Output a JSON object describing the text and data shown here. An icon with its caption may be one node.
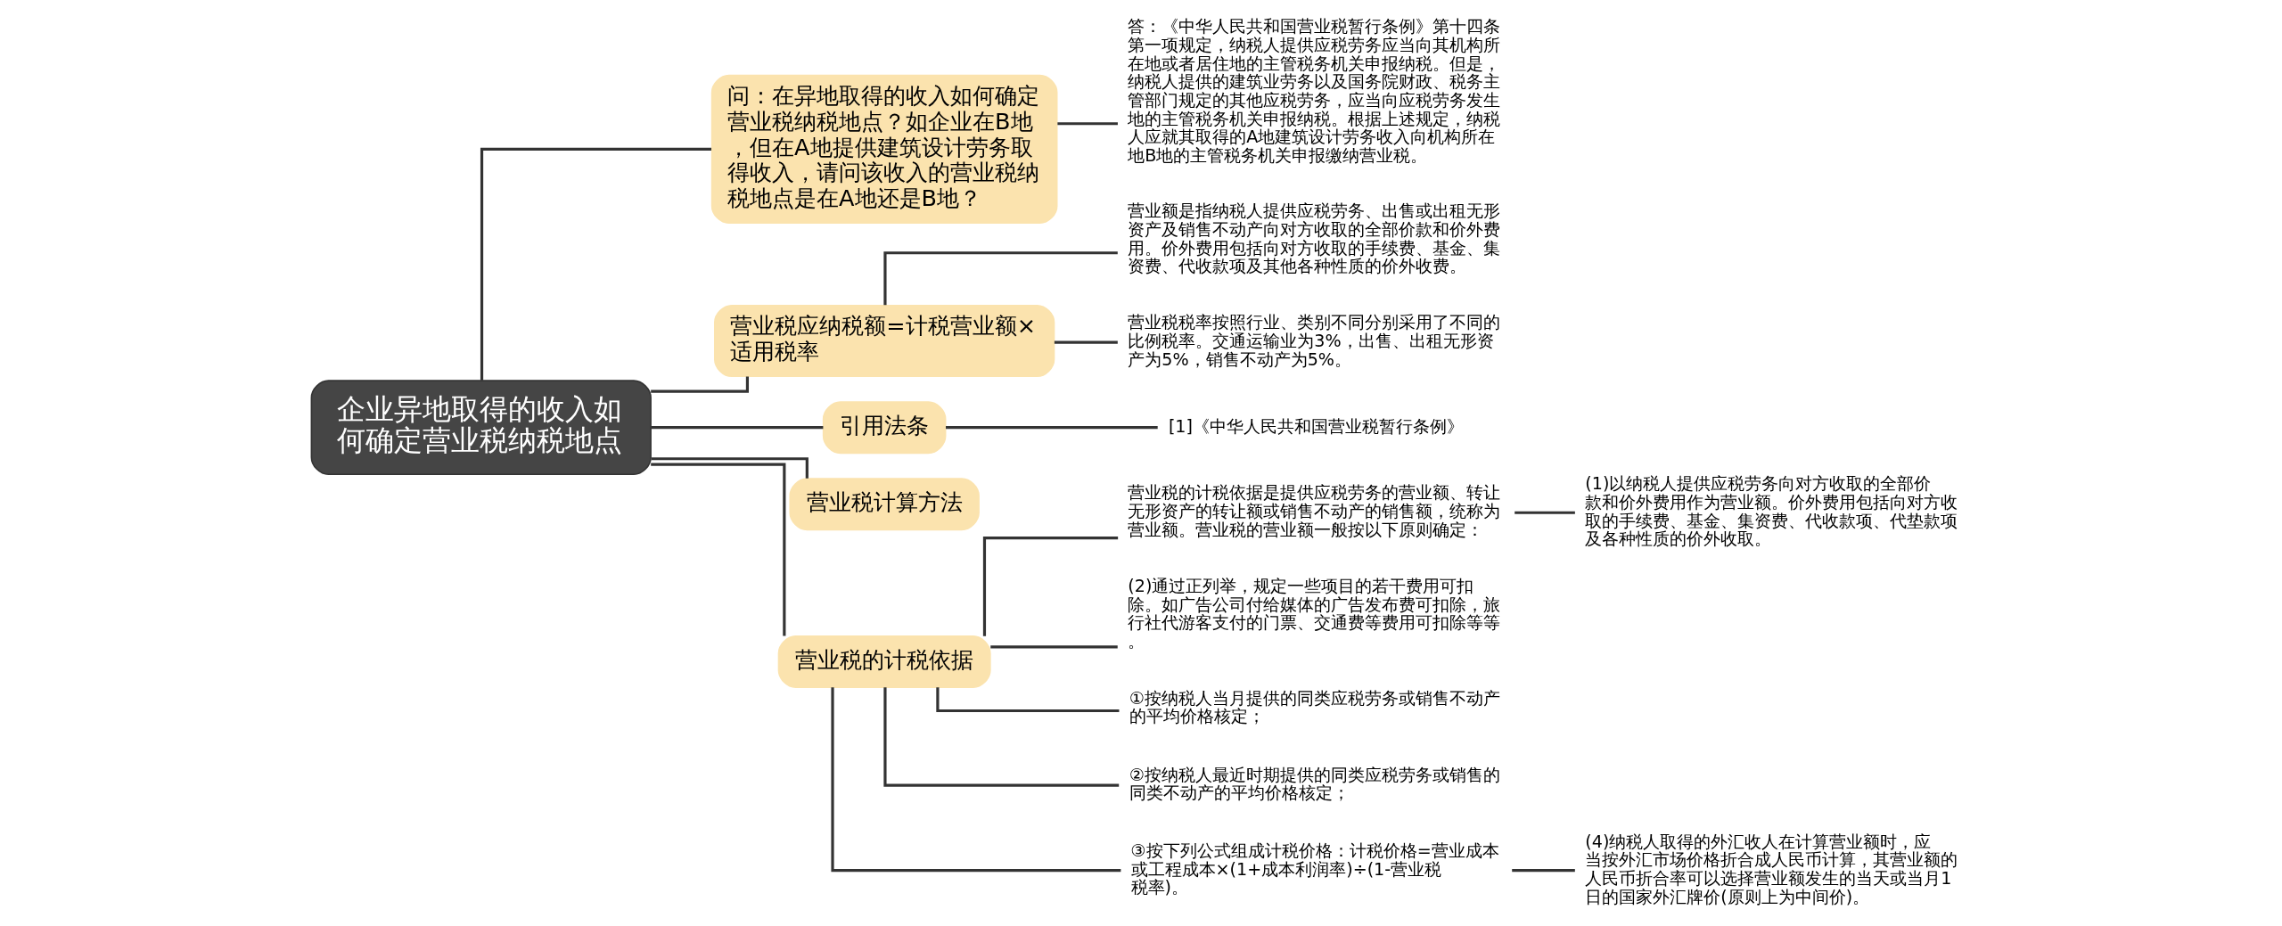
{
  "diagram": {
    "nodes": [
      {
        "text": [
          "企业异地取得的收入如何确定营业税纳税地点"
        ]
      },
      {
        "text": [
          "问：在异地取得的收入如何确定营业税纳税地点？如企业在B地，但在A地提供建筑设计劳务取得收入，请问该收入的营业税纳税地点是在A地还是B地？"
        ]
      },
      {
        "text": [
          "答：《中华人民共和国营业税暂行条例》第十四条第一项规定，纳税人提供应税劳务应当向其机构所在地或者居住地的主管税务机关申报纳税。但是，纳税人提供的建筑业劳务以及国务院财政、税务主管部门规定的其他应税劳务，应当向应税劳务发生地的主管税务机关申报纳税。根据上述规定，纳税人应就其取得的A地建筑设计劳务收入向机构所在地B地的主管税务机关申报缴纳营业税。"
        ]
      },
      {
        "text": [
          "营业税应纳税额=计税营业额×适用税率"
        ]
      },
      {
        "text": [
          "营业额是指纳税人提供应税劳务、出售或出租无形资产及销售不动产向对方收取的全部价款和价外费用。价外费用包括向对方收取的手续费、基金、集资费、代收款项及其他各种性质的价外收费。"
        ]
      },
      {
        "text": [
          "营业税税率按照行业、类别不同分别采用了不同的比例税率。交通运输业为3%，出售、出租无形资产为5%，销售不动产为5%。"
        ]
      },
      {
        "text": [
          "引用法条"
        ]
      },
      {
        "text": [
          "[1]《中华人民共和国营业税暂行条例》"
        ]
      },
      {
        "text": [
          "营业税计算方法"
        ]
      },
      {
        "text": [
          "营业税的计税依据"
        ]
      },
      {
        "text": [
          "营业税的计税依据是提供应税劳务的营业额、转让无形资产的转让额或销售不动产的销售额，统称为营业额。营业税的营业额一般按以下原则确定："
        ]
      },
      {
        "text": [
          "(1)以纳税人提供应税劳务向对方收取的全部价款和价外费用作为营业额。价外费用包括向对方收取的手续费、基金、集资费、代收款项、代垫款项及各种性质的价外收取。"
        ]
      },
      {
        "text": [
          "(2)通过正列举，规定一些项目的若干费用可扣除。如广告公司付给媒体的广告发布费可扣除，旅行社代游客支付的门票、交通费等费用可扣除等等。"
        ]
      },
      {
        "text": [
          "①按纳税人当月提供的同类应税劳务或销售不动产的平均价格核定；"
        ]
      },
      {
        "text": [
          "②按纳税人最近时期提供的同类应税劳务或销售的同类不动产的平均价格核定；"
        ]
      },
      {
        "text": [
          "③按下列公式组成计税价格：计税价格=营业成本或工程成本×(1+成本利润率)÷(1-营业税税率)。"
        ]
      },
      {
        "text": [
          "(4)纳税人取得的外汇收人在计算营业额时，应当按外汇市场价格折合成人民币计算，其营业额的人民币折合率可以选择营业额发生的当天或当月1日的国家外汇牌价(原则上为中间价)。"
        ]
      }
    ],
    "edges": [
      {
        "from": 0,
        "to": 1,
        "arrow": "none"
      },
      {
        "from": 1,
        "to": 2,
        "arrow": "none"
      },
      {
        "from": 0,
        "to": 3,
        "arrow": "none"
      },
      {
        "from": 3,
        "to": 4,
        "arrow": "none"
      },
      {
        "from": 3,
        "to": 5,
        "arrow": "none"
      },
      {
        "from": 0,
        "to": 6,
        "arrow": "none"
      },
      {
        "from": 6,
        "to": 7,
        "arrow": "none"
      },
      {
        "from": 0,
        "to": 8,
        "arrow": "none"
      },
      {
        "from": 0,
        "to": 9,
        "arrow": "none"
      },
      {
        "from": 9,
        "to": 10,
        "arrow": "none"
      },
      {
        "from": 10,
        "to": 11,
        "arrow": "none"
      },
      {
        "from": 9,
        "to": 12,
        "arrow": "none"
      },
      {
        "from": 9,
        "to": 13,
        "arrow": "none"
      },
      {
        "from": 9,
        "to": 14,
        "arrow": "none"
      },
      {
        "from": 9,
        "to": 15,
        "arrow": "none"
      },
      {
        "from": 15,
        "to": 16,
        "arrow": "none"
      }
    ]
  }
}
